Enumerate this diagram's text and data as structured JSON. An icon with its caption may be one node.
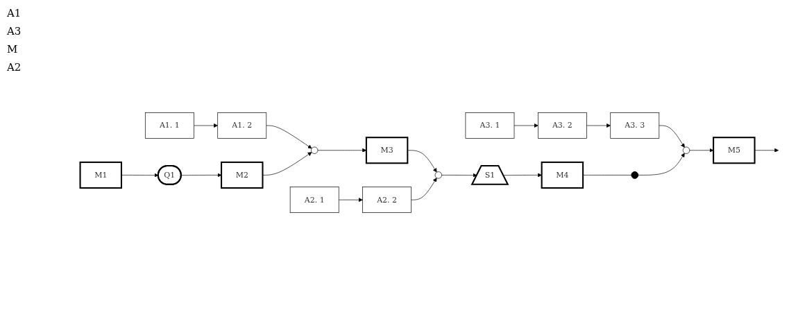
{
  "diagram": {
    "nodes": [
      {
        "text": [
          "A1. 1"
        ]
      },
      {
        "text": [
          "A1. 2"
        ]
      },
      {
        "text": [
          "A3. 1"
        ]
      },
      {
        "text": [
          "A3. 2"
        ]
      },
      {
        "text": [
          "A3. 3"
        ]
      },
      {
        "text": [
          "M1"
        ]
      },
      {
        "text": [
          "Q1"
        ]
      },
      {
        "text": [
          "M2"
        ]
      },
      {
        "text": [],
        "shape": "circle"
      },
      {
        "text": [
          "M3"
        ]
      },
      {
        "text": [],
        "shape": "circle"
      },
      {
        "text": [
          "S1"
        ]
      },
      {
        "text": [
          "M4"
        ]
      },
      {
        "text": [],
        "shape": "dot"
      },
      {
        "text": [],
        "shape": "circle"
      },
      {
        "text": [
          "M5"
        ]
      },
      {
        "text": [
          "A2. 1"
        ]
      },
      {
        "text": [
          "A2. 2"
        ]
      }
    ],
    "edges": [
      {
        "from": 0,
        "to": 1,
        "arrow": "to"
      },
      {
        "from": 1,
        "to": 8,
        "arrow": "to"
      },
      {
        "from": 2,
        "to": 3,
        "arrow": "to"
      },
      {
        "from": 3,
        "to": 4,
        "arrow": "to"
      },
      {
        "from": 4,
        "to": 14,
        "arrow": "to"
      },
      {
        "from": 5,
        "to": 6,
        "arrow": "to"
      },
      {
        "from": 6,
        "to": 7,
        "arrow": "to"
      },
      {
        "from": 7,
        "to": 8,
        "arrow": "to"
      },
      {
        "from": 8,
        "to": 9,
        "arrow": "to"
      },
      {
        "from": 9,
        "to": 10,
        "arrow": "to"
      },
      {
        "from": 17,
        "to": 10,
        "arrow": "to"
      },
      {
        "from": 10,
        "to": 11,
        "arrow": "to"
      },
      {
        "from": 11,
        "to": 12,
        "arrow": "to"
      },
      {
        "from": 12,
        "to": 13,
        "arrow": "none"
      },
      {
        "from": 13,
        "to": 14,
        "arrow": "to"
      },
      {
        "from": 14,
        "to": 15,
        "arrow": "to"
      },
      {
        "from": 15,
        "to": null,
        "arrow": "to"
      },
      {
        "from": 16,
        "to": 17,
        "arrow": "to"
      }
    ],
    "labels": [
      "A1",
      "A3",
      "M",
      "A2"
    ]
  }
}
